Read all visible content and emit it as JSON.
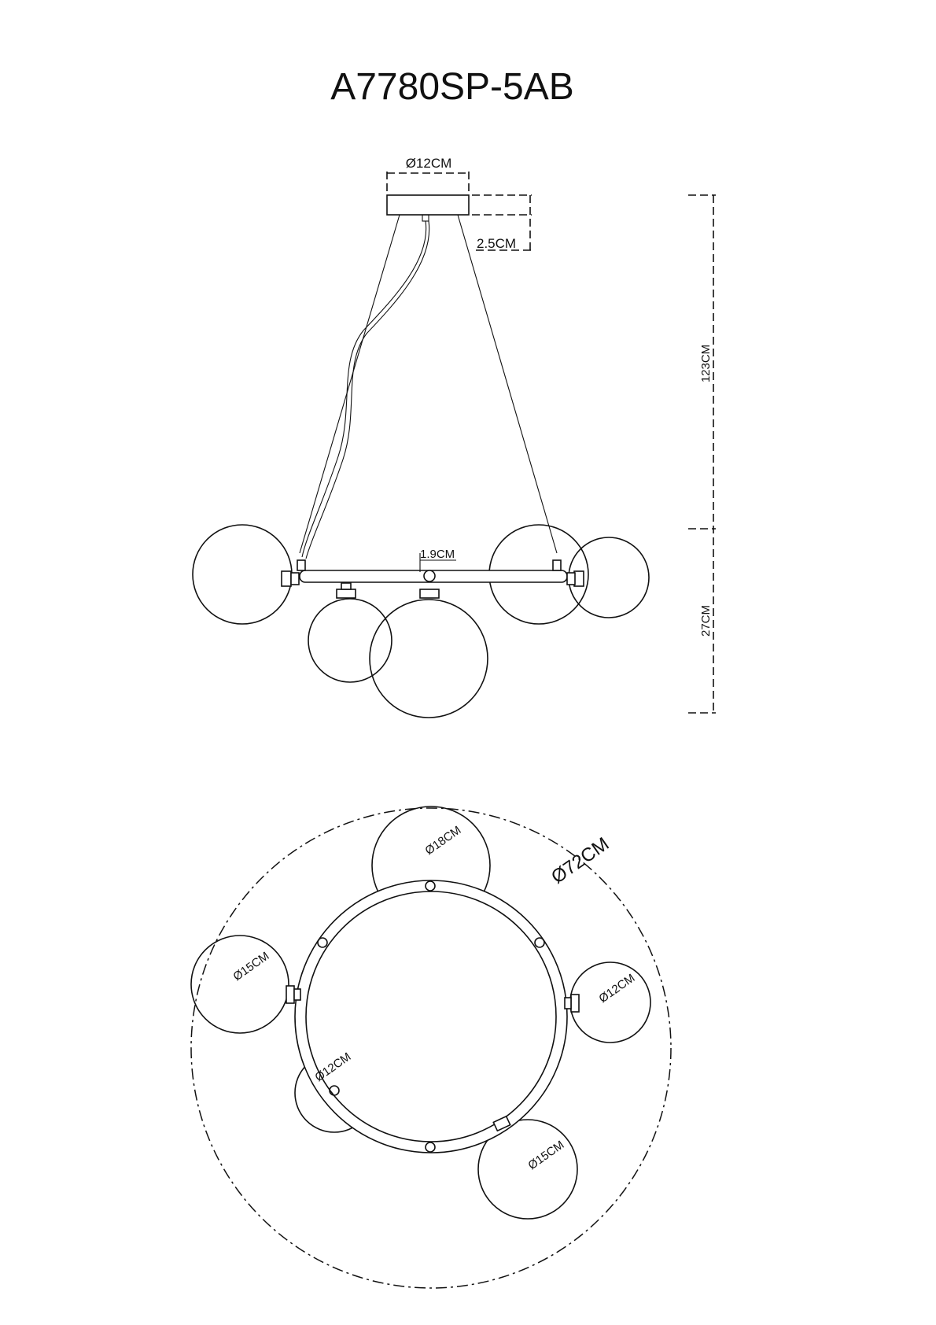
{
  "title": "A7780SP-5AB",
  "side_view": {
    "canopy_diameter": "Ø12CM",
    "canopy_height": "2.5CM",
    "bar_thickness": "1.9CM",
    "suspension_height": "123CM",
    "body_height": "27CM"
  },
  "top_view": {
    "overall_diameter": "Ø72CM",
    "globe_top": "Ø18CM",
    "globe_left": "Ø15CM",
    "globe_right": "Ø12CM",
    "globe_inner": "Ø12CM",
    "globe_bottom": "Ø15CM"
  }
}
